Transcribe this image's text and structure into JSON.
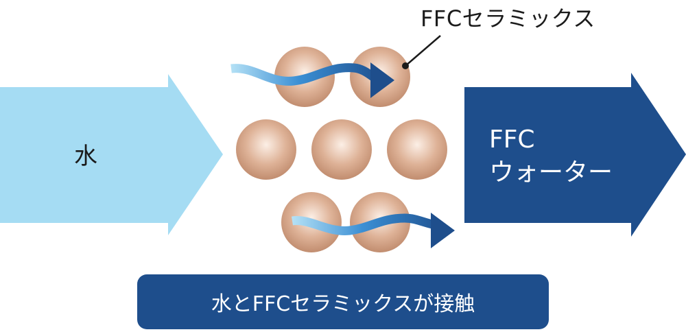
{
  "input": {
    "label": "水"
  },
  "ceramic": {
    "label": "FFCセラミックス"
  },
  "output": {
    "line1": "FFC",
    "line2": "ウォーター"
  },
  "caption": {
    "text": "水とFFCセラミックスが接触"
  },
  "colors": {
    "input_arrow": "#a5dcf3",
    "output_arrow": "#1e4e8c",
    "ball_center": "#fcebdf",
    "ball_edge": "#bf8a6c",
    "flow_light": "#a8dcf4",
    "flow_dark": "#1e4e8c"
  }
}
